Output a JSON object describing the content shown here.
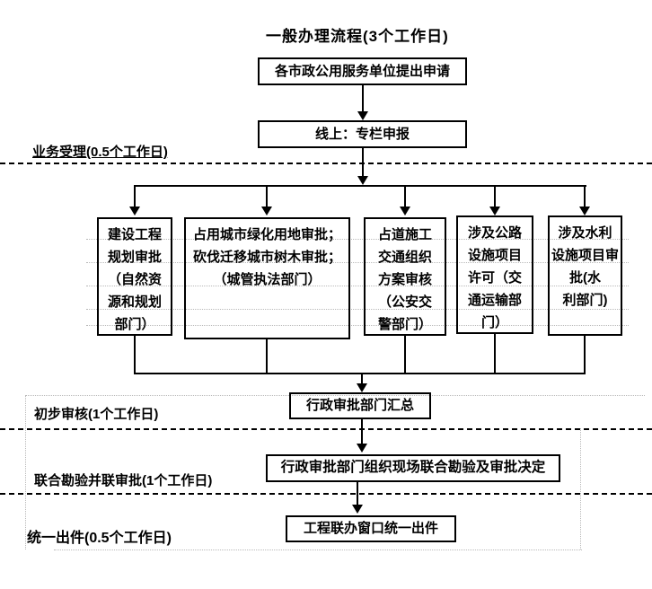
{
  "title": "一般办理流程(3个工作日)",
  "nodes": {
    "apply": "各市政公用服务单位提出申请",
    "online": "线上：专栏申报",
    "summary": "行政审批部门汇总",
    "joint_inspection": "行政审批部门组织现场联合勘验及审批决定",
    "issue": "工程联办窗口统一出件"
  },
  "branches": [
    {
      "text": "建设工程\n规划审批\n（自然资\n源和规划\n部门）"
    },
    {
      "text": "占用城市绿化用地审批；\n砍伐迁移城市树木审批；\n（城管执法部门）"
    },
    {
      "text": "占道施工\n交通组织\n方案审核\n（公安交\n警部门）"
    },
    {
      "text": "涉及公路\n设施项目\n许可（交\n通运输部\n门）"
    },
    {
      "text_normal": "涉及水利\n设施项目",
      "text_bold": "审批(水\n利部门)"
    }
  ],
  "stage_labels": [
    {
      "text": "业务受理(0.5个工作日)"
    },
    {
      "text": "初步审核(1个工作日)"
    },
    {
      "text": "联合勘验并联审批(1个工作日)"
    },
    {
      "text": "统一出件(0.5个工作日)"
    }
  ],
  "colors": {
    "line": "#000000",
    "background": "#ffffff",
    "faint_grid": "#b9b9b9"
  }
}
